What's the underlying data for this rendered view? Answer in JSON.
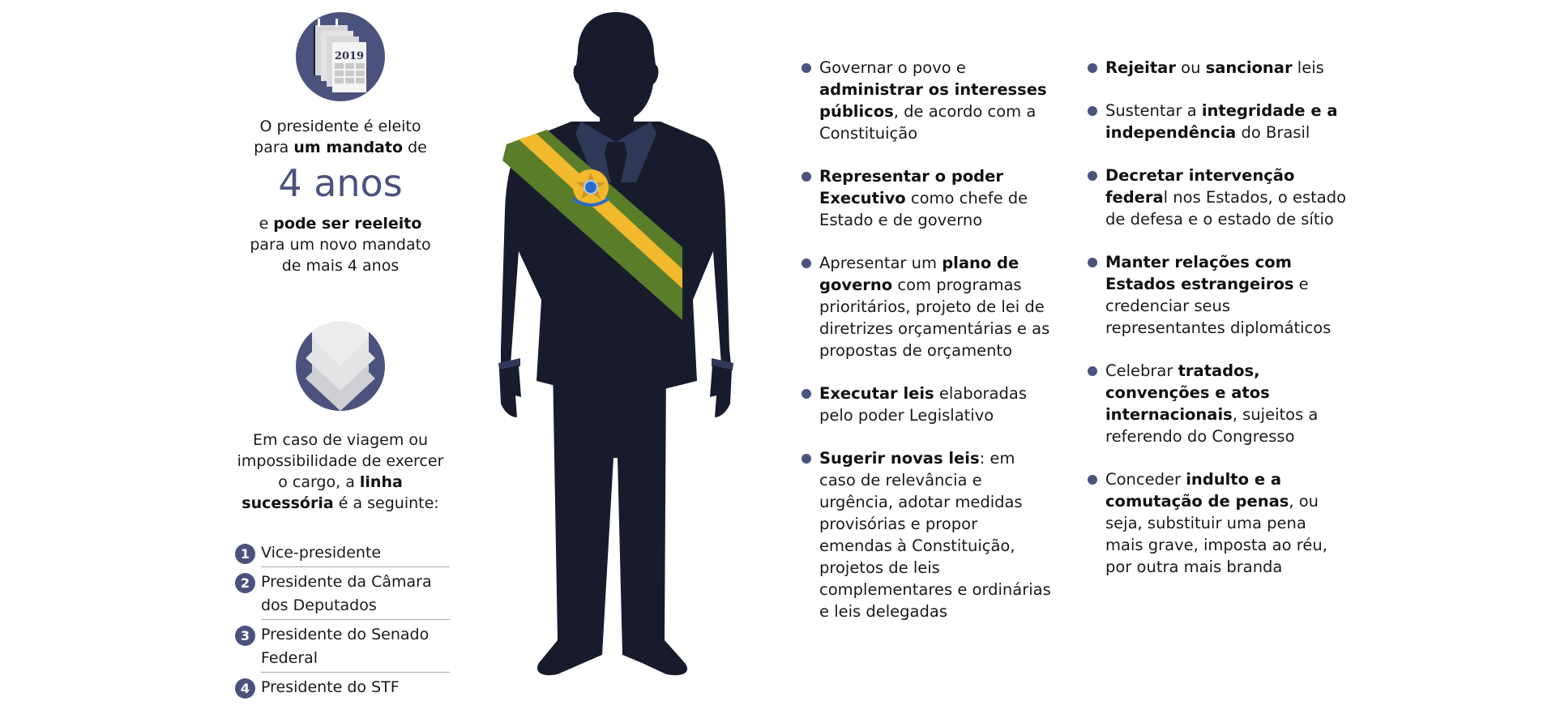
{
  "term": {
    "calendar_icon_year": "2019",
    "line1": "O presidente é eleito",
    "line2_pre": "para ",
    "line2_bold": "um mandato",
    "line2_post": " de",
    "big_value": "4 anos",
    "line3_pre": "e ",
    "line3_bold": "pode ser reeleito",
    "line4": "para um novo mandato",
    "line5": "de mais 4 anos"
  },
  "succession": {
    "intro_line1": "Em caso de viagem ou",
    "intro_line2": "impossibilidade de exercer",
    "intro_line3_pre": "o cargo, a ",
    "intro_line3_bold": "linha",
    "intro_line4_bold": "sucessória",
    "intro_line4_post": " é a seguinte:",
    "items": [
      {
        "num": "1",
        "label": "Vice-presidente"
      },
      {
        "num": "2",
        "label": "Presidente da Câmara dos Deputados"
      },
      {
        "num": "3",
        "label": "Presidente do Senado Federal"
      },
      {
        "num": "4",
        "label": "Presidente do STF"
      }
    ]
  },
  "colors": {
    "accent_navy": "#4b527e",
    "suit": "#181b2b",
    "shirt": "#303858",
    "sash_green": "#5a7d2a",
    "sash_yellow": "#f2b92c"
  },
  "duties_middle": [
    {
      "parts": [
        [
          "n",
          "Governar o povo e "
        ],
        [
          "b",
          "administrar os interesses públicos"
        ],
        [
          "n",
          ", de acordo com a Constituição"
        ]
      ]
    },
    {
      "parts": [
        [
          "b",
          "Representar o poder Executivo"
        ],
        [
          "n",
          " como chefe de Estado e de governo"
        ]
      ]
    },
    {
      "parts": [
        [
          "n",
          "Apresentar um "
        ],
        [
          "b",
          "plano de governo"
        ],
        [
          "n",
          " com programas prioritários, projeto de lei de diretrizes orçamentárias e as propostas de orçamento"
        ]
      ]
    },
    {
      "parts": [
        [
          "b",
          "Executar leis"
        ],
        [
          "n",
          " elaboradas pelo poder Legislativo"
        ]
      ]
    },
    {
      "parts": [
        [
          "b",
          "Sugerir novas leis"
        ],
        [
          "n",
          ": em caso de relevância e urgência, adotar medidas provisórias e propor emendas à Constituição, projetos de leis complementares e ordinárias e leis delegadas"
        ]
      ]
    }
  ],
  "duties_right": [
    {
      "parts": [
        [
          "b",
          "Rejeitar"
        ],
        [
          "n",
          " ou "
        ],
        [
          "b",
          "sancionar"
        ],
        [
          "n",
          " leis"
        ]
      ]
    },
    {
      "parts": [
        [
          "n",
          "Sustentar a "
        ],
        [
          "b",
          "integridade e a independência"
        ],
        [
          "n",
          " do Brasil"
        ]
      ]
    },
    {
      "parts": [
        [
          "b",
          "Decretar intervenção federa"
        ],
        [
          "n",
          "l nos Estados, o estado de defesa e o estado de sítio"
        ]
      ]
    },
    {
      "parts": [
        [
          "b",
          "Manter relações com Estados estrangeiros"
        ],
        [
          "n",
          " e credenciar seus representantes diplomáticos"
        ]
      ]
    },
    {
      "parts": [
        [
          "n",
          "Celebrar "
        ],
        [
          "b",
          "tratados, convenções e atos internacionais"
        ],
        [
          "n",
          ", sujeitos a referendo do Congresso"
        ]
      ]
    },
    {
      "parts": [
        [
          "n",
          "Conceder "
        ],
        [
          "b",
          "indulto e a comutação de penas"
        ],
        [
          "n",
          ", ou seja, substituir uma pena mais grave, imposta ao réu, por outra mais branda"
        ]
      ]
    }
  ]
}
